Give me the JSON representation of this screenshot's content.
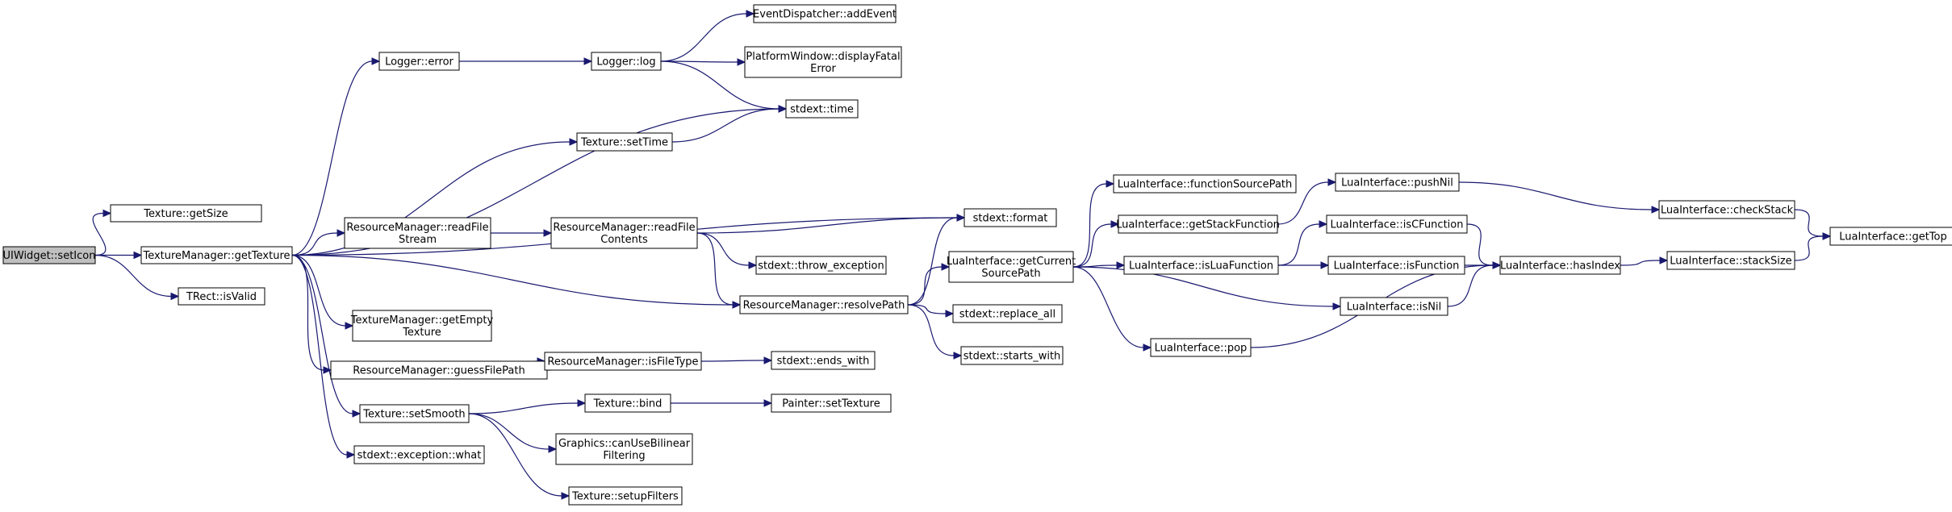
{
  "graph": {
    "colors": {
      "node_fill": "#ffffff",
      "root_fill": "#bfbfbf",
      "edge": "#191970",
      "border": "#000000"
    },
    "nodes": [
      {
        "id": "root",
        "lines": [
          "UIWidget::setIcon"
        ],
        "root": true
      },
      {
        "id": "getSize",
        "lines": [
          "Texture::getSize"
        ]
      },
      {
        "id": "getTexture",
        "lines": [
          "TextureManager::getTexture"
        ]
      },
      {
        "id": "isValid",
        "lines": [
          "TRect::isValid"
        ]
      },
      {
        "id": "error",
        "lines": [
          "Logger::error"
        ]
      },
      {
        "id": "log",
        "lines": [
          "Logger::log"
        ]
      },
      {
        "id": "addEvent",
        "lines": [
          "EventDispatcher::addEvent"
        ]
      },
      {
        "id": "displayFatal",
        "lines": [
          "PlatformWindow::displayFatal",
          "Error"
        ]
      },
      {
        "id": "time",
        "lines": [
          "stdext::time"
        ]
      },
      {
        "id": "setTime",
        "lines": [
          "Texture::setTime"
        ]
      },
      {
        "id": "format",
        "lines": [
          "stdext::format"
        ]
      },
      {
        "id": "readFileStream",
        "lines": [
          "ResourceManager::readFile",
          "Stream"
        ]
      },
      {
        "id": "readFileContents",
        "lines": [
          "ResourceManager::readFile",
          "Contents"
        ]
      },
      {
        "id": "throwException",
        "lines": [
          "stdext::throw_exception"
        ]
      },
      {
        "id": "resolvePath",
        "lines": [
          "ResourceManager::resolvePath"
        ]
      },
      {
        "id": "replaceAll",
        "lines": [
          "stdext::replace_all"
        ]
      },
      {
        "id": "startsWith",
        "lines": [
          "stdext::starts_with"
        ]
      },
      {
        "id": "getEmptyTexture",
        "lines": [
          "TextureManager::getEmpty",
          "Texture"
        ]
      },
      {
        "id": "guessFilePath",
        "lines": [
          "ResourceManager::guessFilePath"
        ]
      },
      {
        "id": "isFileType",
        "lines": [
          "ResourceManager::isFileType"
        ]
      },
      {
        "id": "endsWith",
        "lines": [
          "stdext::ends_with"
        ]
      },
      {
        "id": "setSmooth",
        "lines": [
          "Texture::setSmooth"
        ]
      },
      {
        "id": "bind",
        "lines": [
          "Texture::bind"
        ]
      },
      {
        "id": "setTextureP",
        "lines": [
          "Painter::setTexture"
        ]
      },
      {
        "id": "canUseBilinear",
        "lines": [
          "Graphics::canUseBilinear",
          "Filtering"
        ]
      },
      {
        "id": "setupFilters",
        "lines": [
          "Texture::setupFilters"
        ]
      },
      {
        "id": "exceptionWhat",
        "lines": [
          "stdext::exception::what"
        ]
      },
      {
        "id": "getCurrentSourcePath",
        "lines": [
          "LuaInterface::getCurrent",
          "SourcePath"
        ]
      },
      {
        "id": "functionSourcePath",
        "lines": [
          "LuaInterface::functionSourcePath"
        ]
      },
      {
        "id": "getStackFunction",
        "lines": [
          "LuaInterface::getStackFunction"
        ]
      },
      {
        "id": "isLuaFunction",
        "lines": [
          "LuaInterface::isLuaFunction"
        ]
      },
      {
        "id": "pop",
        "lines": [
          "LuaInterface::pop"
        ]
      },
      {
        "id": "pushNil",
        "lines": [
          "LuaInterface::pushNil"
        ]
      },
      {
        "id": "isCFunction",
        "lines": [
          "LuaInterface::isCFunction"
        ]
      },
      {
        "id": "isFunction",
        "lines": [
          "LuaInterface::isFunction"
        ]
      },
      {
        "id": "isNil",
        "lines": [
          "LuaInterface::isNil"
        ]
      },
      {
        "id": "hasIndex",
        "lines": [
          "LuaInterface::hasIndex"
        ]
      },
      {
        "id": "checkStack",
        "lines": [
          "LuaInterface::checkStack"
        ]
      },
      {
        "id": "stackSize",
        "lines": [
          "LuaInterface::stackSize"
        ]
      },
      {
        "id": "getTop",
        "lines": [
          "LuaInterface::getTop"
        ]
      }
    ],
    "edges": [
      [
        "root",
        "getSize"
      ],
      [
        "root",
        "getTexture"
      ],
      [
        "root",
        "isValid"
      ],
      [
        "getTexture",
        "error"
      ],
      [
        "getTexture",
        "time"
      ],
      [
        "getTexture",
        "setTime"
      ],
      [
        "getTexture",
        "format"
      ],
      [
        "getTexture",
        "readFileStream"
      ],
      [
        "getTexture",
        "resolvePath"
      ],
      [
        "getTexture",
        "getEmptyTexture"
      ],
      [
        "getTexture",
        "guessFilePath"
      ],
      [
        "getTexture",
        "setSmooth"
      ],
      [
        "getTexture",
        "exceptionWhat"
      ],
      [
        "error",
        "log"
      ],
      [
        "log",
        "addEvent"
      ],
      [
        "log",
        "displayFatal"
      ],
      [
        "log",
        "time"
      ],
      [
        "setTime",
        "time"
      ],
      [
        "readFileStream",
        "readFileContents"
      ],
      [
        "readFileContents",
        "format"
      ],
      [
        "readFileContents",
        "throwException"
      ],
      [
        "readFileContents",
        "resolvePath"
      ],
      [
        "resolvePath",
        "format"
      ],
      [
        "resolvePath",
        "getCurrentSourcePath"
      ],
      [
        "resolvePath",
        "replaceAll"
      ],
      [
        "resolvePath",
        "startsWith"
      ],
      [
        "guessFilePath",
        "isFileType"
      ],
      [
        "isFileType",
        "endsWith"
      ],
      [
        "setSmooth",
        "bind"
      ],
      [
        "setSmooth",
        "canUseBilinear"
      ],
      [
        "setSmooth",
        "setupFilters"
      ],
      [
        "bind",
        "setTextureP"
      ],
      [
        "getCurrentSourcePath",
        "functionSourcePath"
      ],
      [
        "getCurrentSourcePath",
        "getStackFunction"
      ],
      [
        "getCurrentSourcePath",
        "isLuaFunction"
      ],
      [
        "getCurrentSourcePath",
        "isNil"
      ],
      [
        "getCurrentSourcePath",
        "pop"
      ],
      [
        "getStackFunction",
        "pushNil"
      ],
      [
        "isLuaFunction",
        "isCFunction"
      ],
      [
        "isLuaFunction",
        "isFunction"
      ],
      [
        "isCFunction",
        "hasIndex"
      ],
      [
        "isFunction",
        "hasIndex"
      ],
      [
        "isNil",
        "hasIndex"
      ],
      [
        "pop",
        "hasIndex"
      ],
      [
        "pushNil",
        "checkStack"
      ],
      [
        "checkStack",
        "getTop"
      ],
      [
        "hasIndex",
        "stackSize"
      ],
      [
        "stackSize",
        "getTop"
      ]
    ]
  }
}
